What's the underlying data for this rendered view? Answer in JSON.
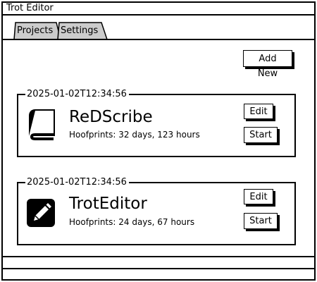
{
  "window": {
    "title": "Trot Editor"
  },
  "tabs": [
    {
      "label": "Projects",
      "active": true
    },
    {
      "label": "Settings",
      "active": false
    }
  ],
  "toolbar": {
    "add_new_label": "Add New"
  },
  "projects": [
    {
      "timestamp": "2025-01-02T12:34:56",
      "name": "ReDScribe",
      "stats": "Hoofprints: 32 days, 123 hours",
      "icon": "book-icon",
      "edit_label": "Edit",
      "start_label": "Start"
    },
    {
      "timestamp": "2025-01-02T12:34:56",
      "name": "TrotEditor",
      "stats": "Hoofprints: 24 days, 67 hours",
      "icon": "pencil-square-icon",
      "edit_label": "Edit",
      "start_label": "Start"
    }
  ],
  "colors": {
    "tab_fill": "#cccccc",
    "ink": "#000000",
    "background": "#ffffff"
  }
}
